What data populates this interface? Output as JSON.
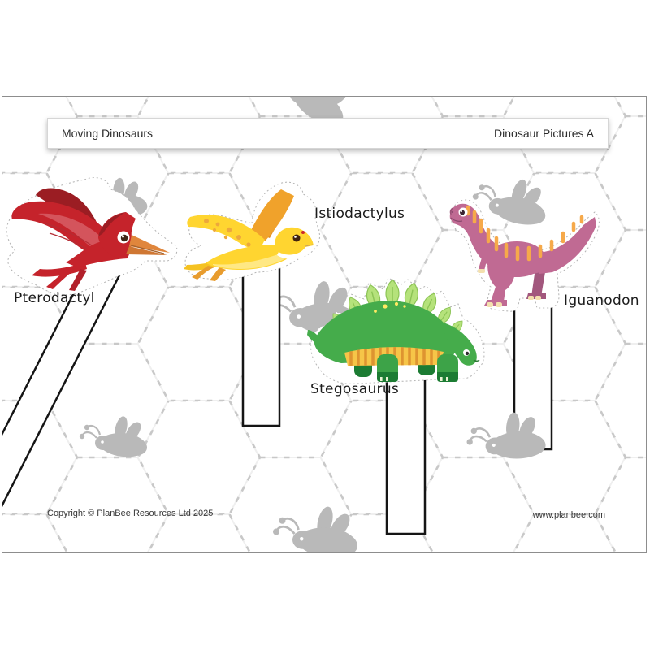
{
  "title_bar": {
    "left": "Moving Dinosaurs",
    "right": "Dinosaur Pictures A"
  },
  "footer": {
    "copyright": "Copyright © PlanBee Resources Ltd 2025",
    "website": "www.planbee.com"
  },
  "dinosaurs": [
    {
      "name": "Pterodactyl",
      "primary_color": "#c5232b"
    },
    {
      "name": "Istiodactylus",
      "primary_color": "#ffd530"
    },
    {
      "name": "Stegosaurus",
      "primary_color": "#45ac4b"
    },
    {
      "name": "Iguanodon",
      "primary_color": "#c06a93"
    }
  ],
  "decorations": {
    "fly_silhouette_color": "#b9b9b9",
    "fly_count": 7,
    "hex_pattern_color": "#c8c8c8",
    "stick_outline_color": "#151515"
  }
}
